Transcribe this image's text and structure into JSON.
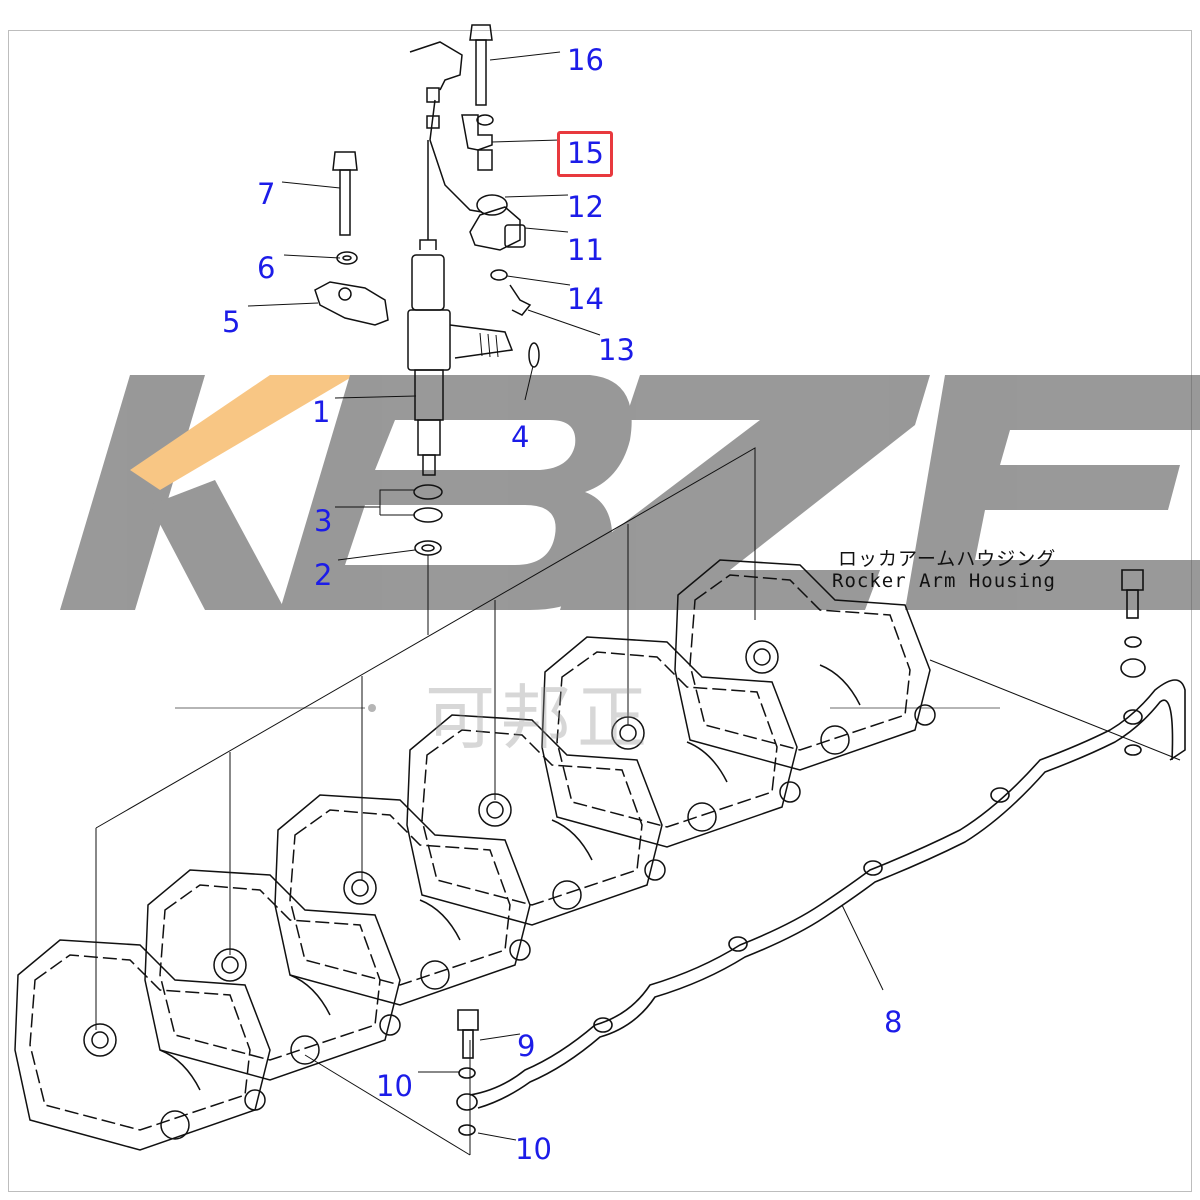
{
  "watermark": {
    "letters": "KBZE",
    "subtitle_cn": "可邦正",
    "letter_color": "#5a5a5a",
    "accent_color": "#f5a43a"
  },
  "labels": {
    "rocker_arm_jp": "ロッカアームハウジング",
    "rocker_arm_en": "Rocker Arm Housing"
  },
  "callouts": [
    {
      "id": "16",
      "text": "16"
    },
    {
      "id": "15",
      "text": "15",
      "highlighted": true
    },
    {
      "id": "7",
      "text": "7"
    },
    {
      "id": "12",
      "text": "12"
    },
    {
      "id": "11",
      "text": "11"
    },
    {
      "id": "6",
      "text": "6"
    },
    {
      "id": "14",
      "text": "14"
    },
    {
      "id": "5",
      "text": "5"
    },
    {
      "id": "13",
      "text": "13"
    },
    {
      "id": "1",
      "text": "1"
    },
    {
      "id": "4",
      "text": "4"
    },
    {
      "id": "3",
      "text": "3"
    },
    {
      "id": "2",
      "text": "2"
    },
    {
      "id": "8",
      "text": "8"
    },
    {
      "id": "9",
      "text": "9"
    },
    {
      "id": "10a",
      "text": "10"
    },
    {
      "id": "10b",
      "text": "10"
    }
  ],
  "colors": {
    "callout": "#1c1ce8",
    "highlight": "#e8393e",
    "line": "#111111"
  }
}
